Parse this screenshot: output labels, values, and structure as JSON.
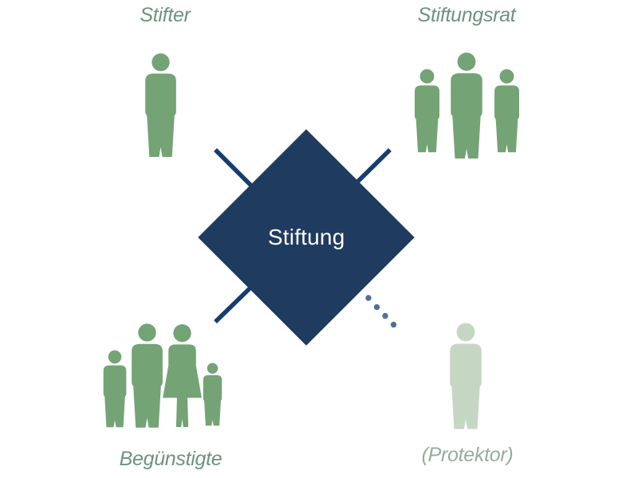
{
  "diagram": {
    "center_label": "Stiftung",
    "groups": {
      "stifter": {
        "label": "Stifter",
        "figure_count": 1
      },
      "stiftungsrat": {
        "label": "Stiftungsrat",
        "figure_count": 3
      },
      "beguenstigte": {
        "label": "Begünstigte",
        "figure_count": 4
      },
      "protektor": {
        "label": "(Protektor)",
        "figure_count": 1
      }
    },
    "connections": {
      "solid_count": 3,
      "dotted_count": 1,
      "dotted_dot_count": 4
    }
  },
  "colors": {
    "background": "#FFFFFF",
    "figure_green": "#74A375",
    "figure_pale_green": "#C5D7C3",
    "label_green": "#6D9280",
    "label_pale_green": "#95AD9D",
    "diamond_navy": "#1F3B5F",
    "line_navy": "#163D6D",
    "dot_blue": "#4E719B",
    "center_text": "#FFFFFF"
  }
}
